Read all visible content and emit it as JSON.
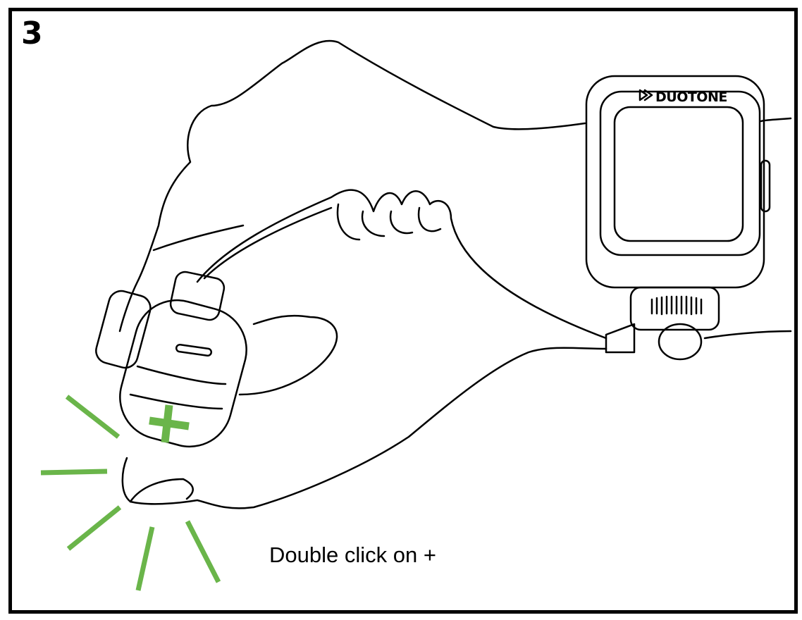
{
  "step_number": "3",
  "caption": "Double click on +",
  "watch_brand": "DUOTONE",
  "button_symbol": "+",
  "colors": {
    "accent": "#6ab54a",
    "line": "#000000"
  }
}
